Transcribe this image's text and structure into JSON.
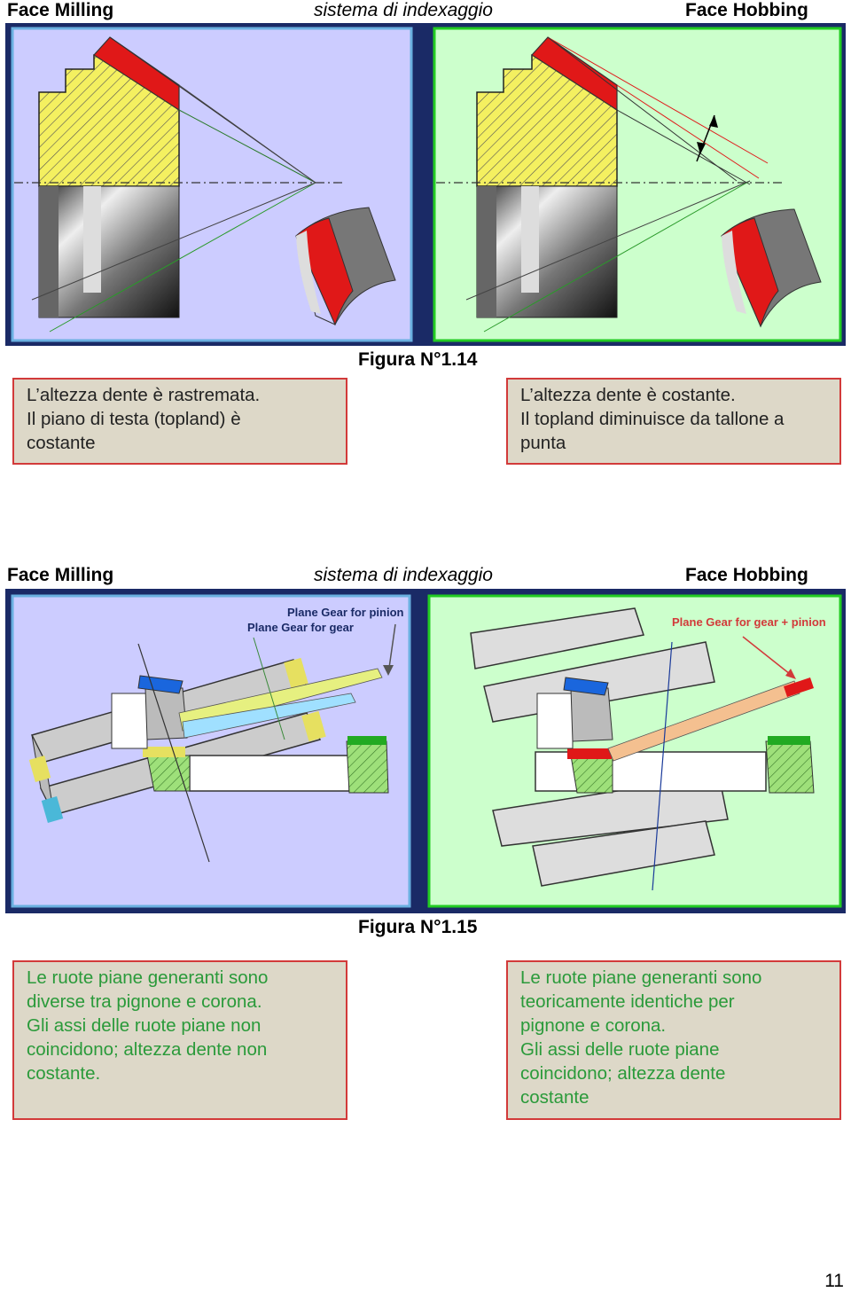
{
  "top": {
    "header_left": "Face Milling",
    "header_mid": "sistema di indexaggio",
    "header_right": "Face Hobbing",
    "caption": "Figura N°1.14",
    "note_left": [
      "L’altezza dente è rastremata.",
      "Il piano di testa (topland) è",
      "costante"
    ],
    "note_right": [
      "L’altezza dente è costante.",
      "Il topland diminuisce da tallone a",
      "punta"
    ]
  },
  "bottom": {
    "header_left": "Face Milling",
    "header_mid": "sistema di indexaggio",
    "header_right": "Face Hobbing",
    "caption": "Figura N°1.15",
    "label_pinion": "Plane Gear for pinion",
    "label_gear": "Plane Gear for gear",
    "label_both": "Plane Gear for gear + pinion",
    "note_left": [
      "Le ruote piane generanti sono",
      "diverse tra pignone e corona.",
      "Gli assi delle ruote piane non",
      "coincidono; altezza dente non",
      "costante."
    ],
    "note_right": [
      "Le ruote piane generanti sono",
      "teoricamente identiche per",
      "pignone e corona.",
      "Gli assi delle ruote piane",
      "coincidono; altezza dente",
      "costante"
    ]
  },
  "page_number": "11",
  "colors": {
    "milling_bg": "#ccccff",
    "hobbing_bg": "#ccffcc",
    "frame": "#1a2a66",
    "tooth_red": "#e01818",
    "hatch_yellow": "#f4f060",
    "note_bg": "#ddd8c8",
    "note_border": "#d23a3a"
  }
}
